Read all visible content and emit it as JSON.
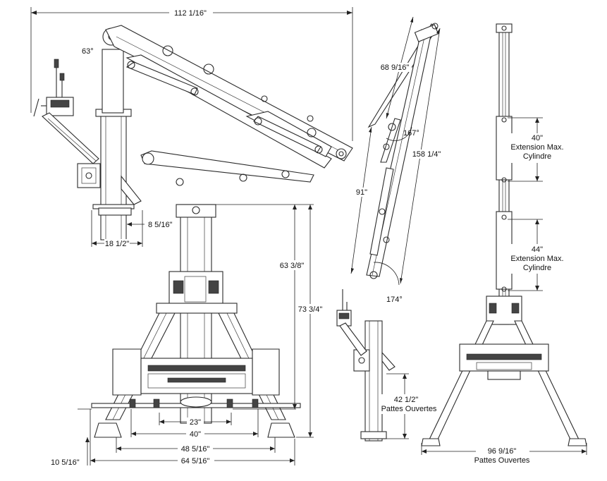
{
  "dimensions": {
    "overall_reach": "112 1/16\"",
    "boom_angle_top": "63°",
    "base_offset": "8 5/16\"",
    "base_width": "18 1/2\"",
    "height_mid": "63 3/8\"",
    "height_total": "73 3/4\"",
    "front_23": "23\"",
    "front_40": "40\"",
    "front_48": "48 5/16\"",
    "front_64": "64 5/16\"",
    "front_10": "10 5/16\"",
    "boom_upper": "68 9/16\"",
    "angle_167": "167°",
    "boom_total": "158 1/4\"",
    "boom_91": "91\"",
    "angle_174": "174°",
    "legs_open_height": "42 1/2\"",
    "legs_open_height_label": "Pattes Ouvertes",
    "cyl1_length": "40\"",
    "cyl1_label_1": "Extension Max.",
    "cyl1_label_2": "Cylindre",
    "cyl2_length": "44\"",
    "cyl2_label_1": "Extension Max.",
    "cyl2_label_2": "Cylindre",
    "legs_open_width": "96 9/16\"",
    "legs_open_width_label": "Pattes Ouvertes"
  }
}
